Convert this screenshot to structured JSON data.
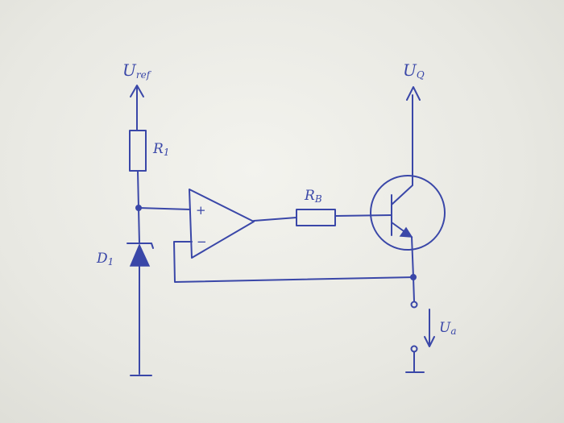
{
  "labels": {
    "uref_main": "U",
    "uref_sub": "ref",
    "uq_main": "U",
    "uq_sub": "Q",
    "r1_main": "R",
    "r1_sub": "1",
    "rb_main": "R",
    "rb_sub": "B",
    "d1_main": "D",
    "d1_sub": "1",
    "ua_main": "U",
    "ua_sub": "a"
  },
  "opamp": {
    "plus": "+",
    "minus": "−"
  },
  "colors": {
    "ink": "#3a47a8",
    "paper": "#e9e9e4"
  }
}
